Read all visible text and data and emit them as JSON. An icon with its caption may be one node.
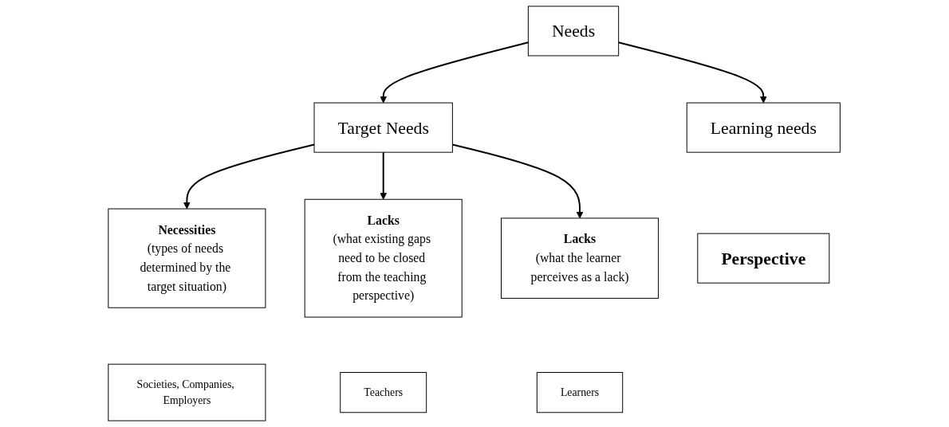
{
  "diagram": {
    "nodes": [
      {
        "text": [
          "Needs"
        ]
      },
      {
        "text": [
          "Target Needs"
        ]
      },
      {
        "text": [
          "Learning needs"
        ]
      },
      {
        "text": [
          "Necessities",
          "(types of needs determined by the target situation)"
        ]
      },
      {
        "text": [
          "Lacks",
          "(what existing gaps need to be closed from the teaching perspective)"
        ]
      },
      {
        "text": [
          "Lacks",
          "(what the learner perceives as a lack)"
        ]
      },
      {
        "text": [
          "Societies, Companies, Employers"
        ]
      },
      {
        "text": [
          "Teachers"
        ]
      },
      {
        "text": [
          "Learners"
        ]
      },
      {
        "text": [
          "Perspective"
        ]
      }
    ],
    "edges": [
      {
        "from": 0,
        "to": 1,
        "arrow": "to"
      },
      {
        "from": 0,
        "to": 2,
        "arrow": "to"
      },
      {
        "from": 1,
        "to": 3,
        "arrow": "to"
      },
      {
        "from": 1,
        "to": 4,
        "arrow": "to"
      },
      {
        "from": 1,
        "to": 5,
        "arrow": "to"
      }
    ]
  }
}
